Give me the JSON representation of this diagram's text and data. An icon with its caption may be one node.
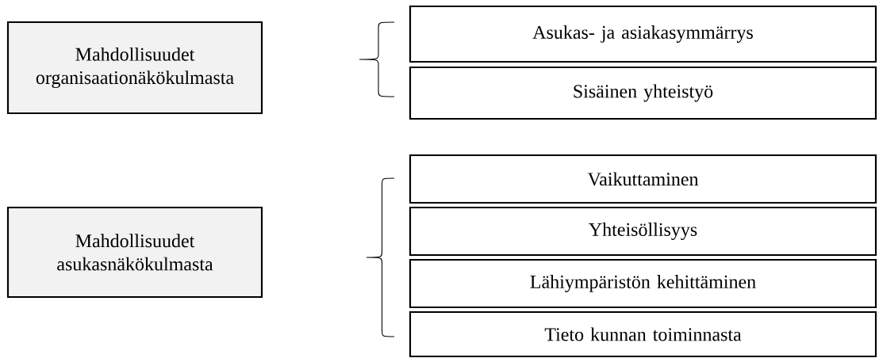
{
  "diagram": {
    "nodes": [
      {
        "text": [
          "Mahdollisuudet organisaationäkökulmasta"
        ]
      },
      {
        "text": [
          "Asukas- ja asiakasymmärrys"
        ]
      },
      {
        "text": [
          "Sisäinen yhteistyö"
        ]
      },
      {
        "text": [
          "Mahdollisuudet asukasnäkökulmasta"
        ]
      },
      {
        "text": [
          "Vaikuttaminen"
        ]
      },
      {
        "text": [
          "Yhteisöllisyys"
        ]
      },
      {
        "text": [
          "Lähiympäristön kehittäminen"
        ]
      },
      {
        "text": [
          "Tieto kunnan toiminnasta"
        ]
      }
    ],
    "edges": []
  }
}
